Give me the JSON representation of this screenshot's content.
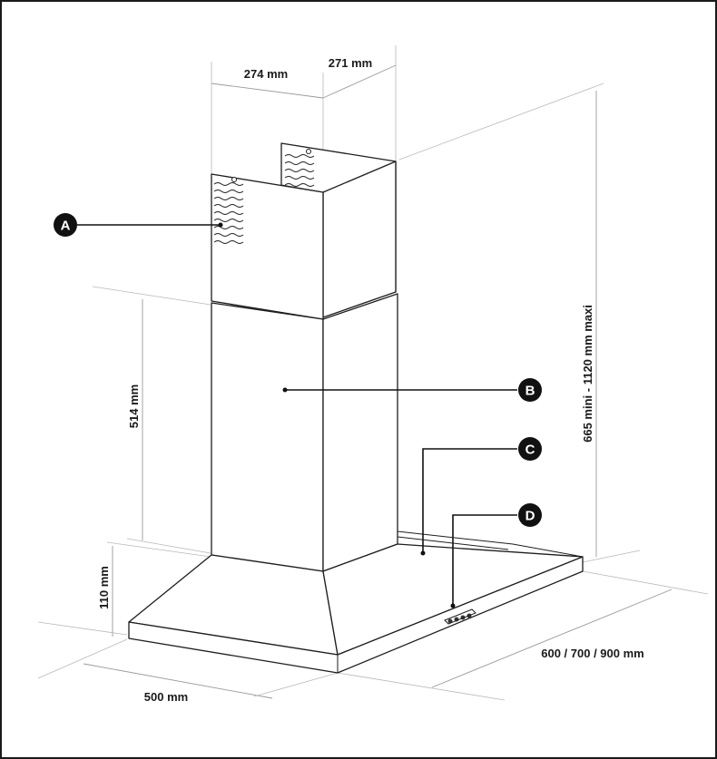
{
  "dimensions": {
    "chimney_width": "274 mm",
    "chimney_depth": "271 mm",
    "height_range": "665 mini - 1120 mm maxi",
    "upper_chimney_height": "514 mm",
    "canopy_height": "110 mm",
    "depth": "500 mm",
    "width_options": "600 / 700 / 900 mm"
  },
  "callouts": {
    "a": "A",
    "b": "B",
    "c": "C",
    "d": "D"
  },
  "colors": {
    "line": "#1e1e1e",
    "dimension_line": "#9a9a9a",
    "callout_fill": "#111111"
  }
}
